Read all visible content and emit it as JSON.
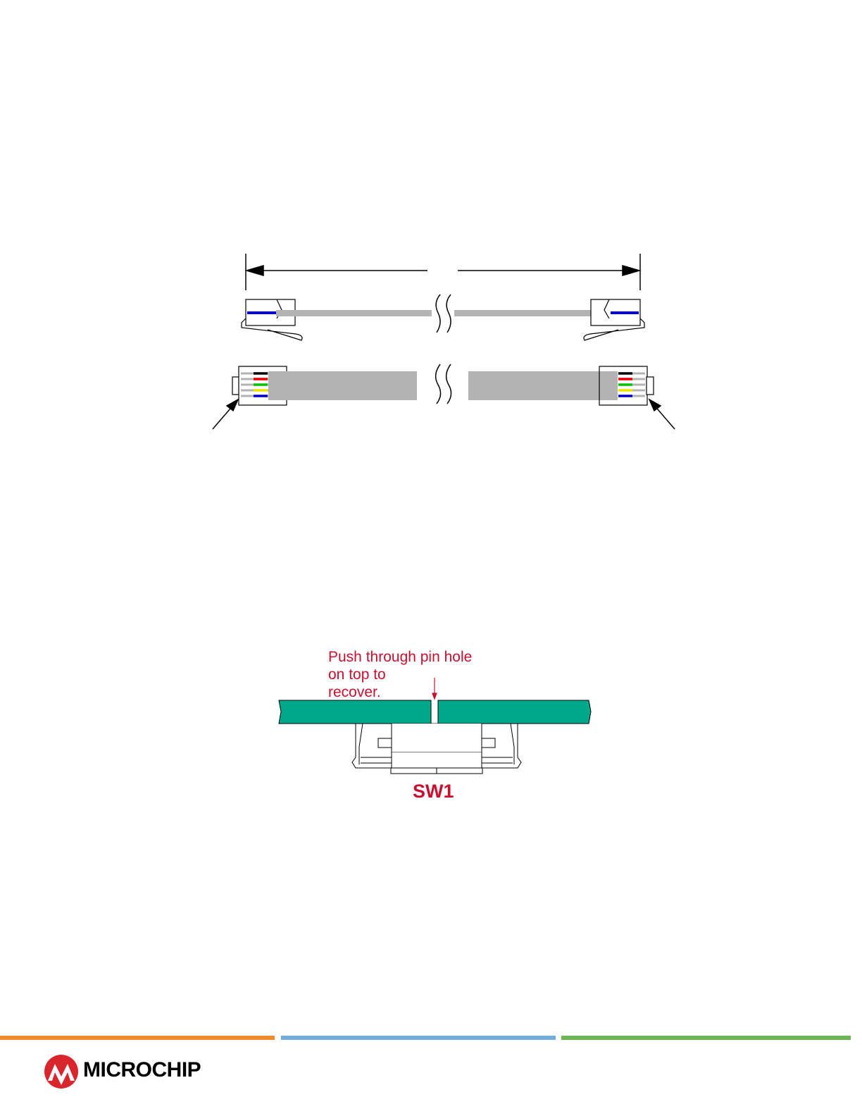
{
  "figures": {
    "cable": {
      "wire_colors": [
        "#000000",
        "#e60000",
        "#00c000",
        "#e6e600",
        "#0000c8"
      ],
      "body_color": "#b3b3b3"
    },
    "switch": {
      "pcb_color": "#00a88a",
      "annotation_lines": [
        "Push through pin hole",
        "on top to",
        "recover."
      ],
      "label": "SW1",
      "annotation_color": "#c8102e"
    }
  },
  "footer": {
    "bar_colors": {
      "orange": "#ee8c2f",
      "blue": "#72aedb",
      "green": "#6ab751"
    },
    "brand": "MICROCHIP",
    "brand_color": "#d9262c"
  }
}
